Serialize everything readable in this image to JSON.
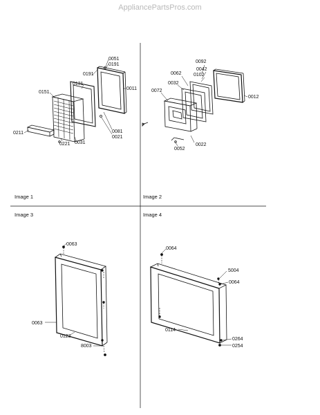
{
  "watermark": "AppliancePartsPros.com",
  "panels": [
    {
      "title": "Image 1"
    },
    {
      "title": "Image 2"
    },
    {
      "title": "Image 3"
    },
    {
      "title": "Image 4"
    }
  ],
  "callouts": {
    "p1": [
      "0051",
      "0191",
      "0191",
      "0011",
      "0131",
      "0151",
      "0081",
      "0021",
      "0211",
      "0221",
      "0031"
    ],
    "p2": [
      "0092",
      "0042",
      "0102",
      "0062",
      "0032",
      "0072",
      "0012",
      "0052",
      "0022"
    ],
    "p3": [
      "0063",
      "0063",
      "0123",
      "8003"
    ],
    "p4": [
      "0064",
      "5004",
      "0064",
      "0114",
      "0264",
      "0254"
    ]
  }
}
